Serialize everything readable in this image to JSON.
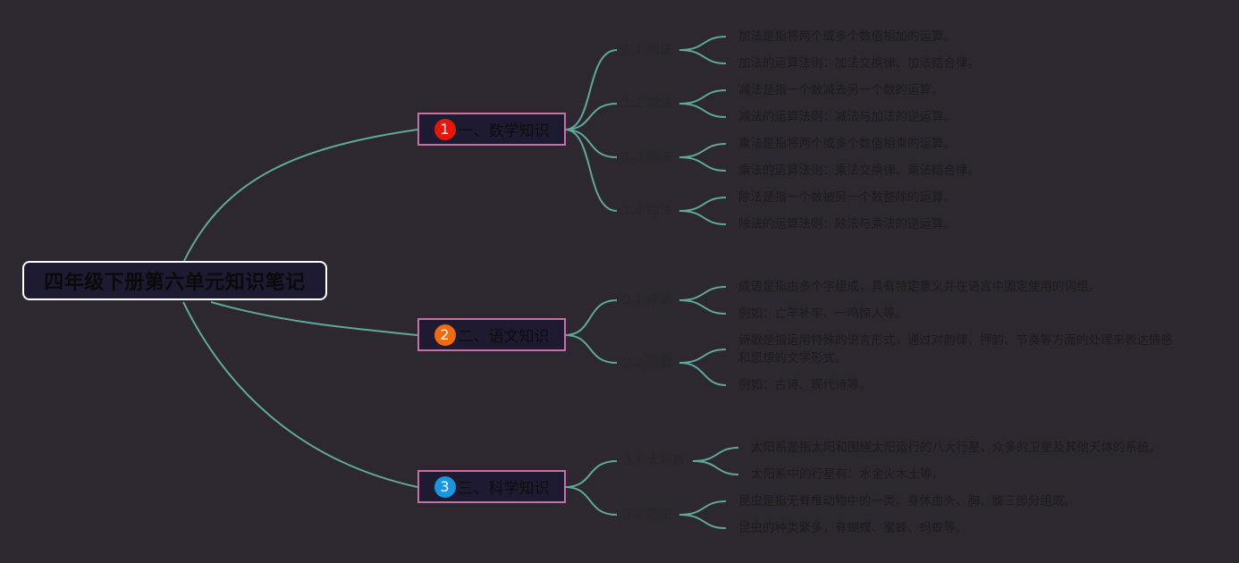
{
  "colors": {
    "background": "#2d2830",
    "connector": "#5fa89d",
    "topic_border": "#c96fa4",
    "root_border": "#ffffff"
  },
  "root": {
    "title": "四年级下册第六单元知识笔记"
  },
  "topics": [
    {
      "number": "1",
      "badge_color": "#e3170a",
      "label": "一、数学知识",
      "subtopics": [
        {
          "label": "1.1 加法",
          "notes": [
            "加法是指将两个或多个数值相加的运算。",
            "加法的运算法则：加法交换律、加法结合律。"
          ]
        },
        {
          "label": "1.2 减法",
          "notes": [
            "减法是指一个数减去另一个数的运算。",
            "减法的运算法则：减法与加法的逆运算。"
          ]
        },
        {
          "label": "1.3 乘法",
          "notes": [
            "乘法是指将两个或多个数值相乘的运算。",
            "乘法的运算法则：乘法交换律、乘法结合律。"
          ]
        },
        {
          "label": "1.4 除法",
          "notes": [
            "除法是指一个数被另一个数整除的运算。",
            "除法的运算法则：除法与乘法的逆运算。"
          ]
        }
      ]
    },
    {
      "number": "2",
      "badge_color": "#f06a0f",
      "label": "二、语文知识",
      "subtopics": [
        {
          "label": "2.1 成语",
          "notes": [
            "成语是指由多个字组成，具有特定意义并在语言中固定使用的词组。",
            "例如：亡羊补牢、一鸣惊人等。"
          ]
        },
        {
          "label": "2.2 诗歌",
          "notes": [
            "诗歌是指运用特殊的语言形式，通过对韵律、押韵、节奏等方面的处理来表达情感和思想的文学形式。",
            "例如：古诗、现代诗等。"
          ]
        }
      ]
    },
    {
      "number": "3",
      "badge_color": "#1a95e0",
      "label": "三、科学知识",
      "subtopics": [
        {
          "label": "3.1 太阳系",
          "notes": [
            "太阳系是指太阳和围绕太阳运行的八大行星、众多的卫星及其他天体的系统。",
            "太阳系中的行星有：水金火木土等。"
          ]
        },
        {
          "label": "3.2 昆虫",
          "notes": [
            "昆虫是指无脊椎动物中的一类，身体由头、胸、腹三部分组成。",
            "昆虫的种类繁多，有蝴蝶、蜜蜂、蚂蚁等。"
          ]
        }
      ]
    }
  ]
}
